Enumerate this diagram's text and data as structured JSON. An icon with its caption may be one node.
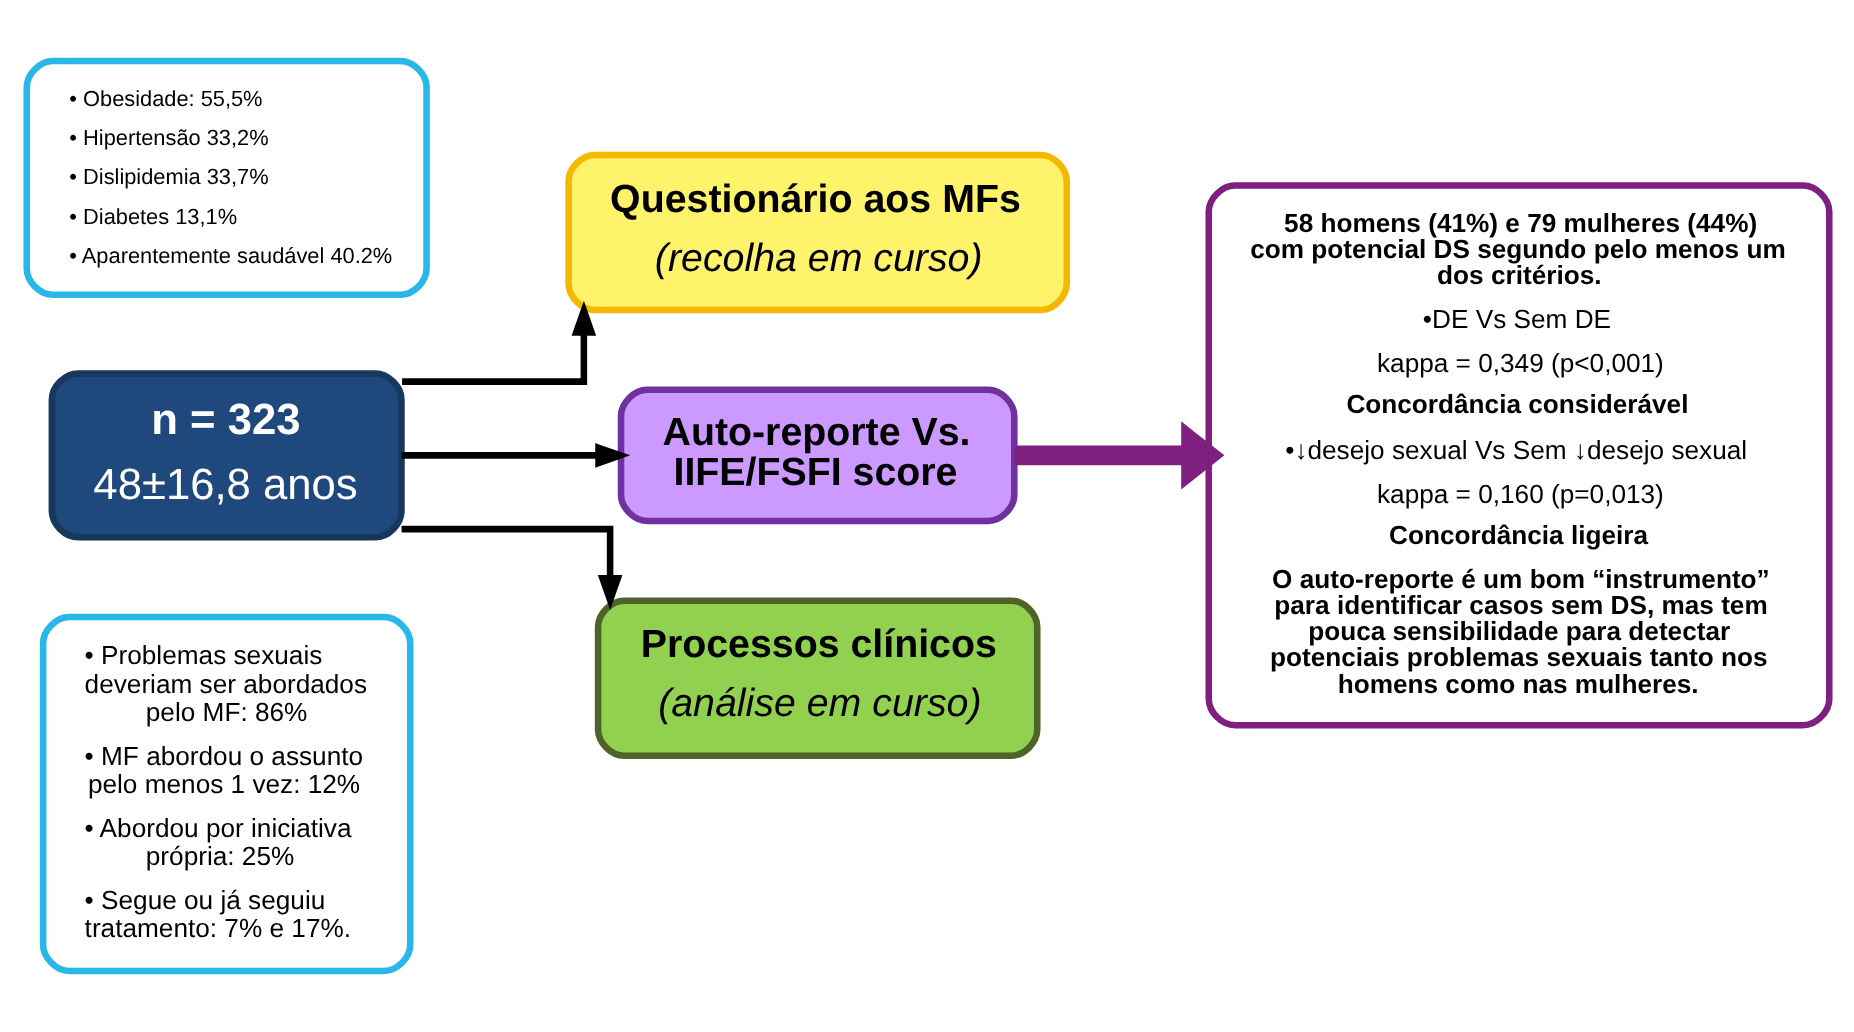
{
  "diagram": {
    "nodes": [
      {
        "text": [
          "• Obesidade: 55,5%",
          "• Hipertensão 33,2%",
          "• Dislipidemia 33,7%",
          "• Diabetes 13,1%",
          "• Aparentemente saudável 40.2%"
        ]
      },
      {
        "text": [
          "n = 323",
          "48±16,8 anos"
        ]
      },
      {
        "text": [
          "• Problemas sexuais deveriam ser abordados pelo MF: 86%",
          "• MF abordou o assunto pelo menos 1 vez: 12%",
          "• Abordou por iniciativa própria: 25%",
          "• Segue ou já seguiu tratamento: 7% e 17%."
        ]
      },
      {
        "text": [
          "Questionário aos MFs",
          "(recolha em curso)"
        ]
      },
      {
        "text": [
          "Auto-reporte Vs. IIFE/FSFI score"
        ]
      },
      {
        "text": [
          "Processos clínicos",
          "(análise em curso)"
        ]
      },
      {
        "text": [
          "58 homens (41%) e 79 mulheres (44%) com potencial DS segundo pelo menos um dos critérios.",
          "•DE Vs Sem DE",
          "kappa = 0,349 (p<0,001)",
          "Concordância considerável",
          "•↓desejo sexual Vs Sem ↓desejo sexual",
          "kappa = 0,160 (p=0,013)",
          "Concordância ligeira",
          "O auto-reporte é um bom “instrumento” para identificar casos sem DS, mas tem pouca sensibilidade para detectar potenciais problemas sexuais tanto nos homens como nas mulheres."
        ]
      }
    ],
    "edges": [
      {
        "from": 1,
        "to": 3,
        "arrow": "to"
      },
      {
        "from": 1,
        "to": 4,
        "arrow": "to"
      },
      {
        "from": 1,
        "to": 5,
        "arrow": "to"
      },
      {
        "from": 4,
        "to": 6,
        "arrow": "to",
        "style": "thick",
        "color": "#7f1f7f"
      }
    ]
  }
}
